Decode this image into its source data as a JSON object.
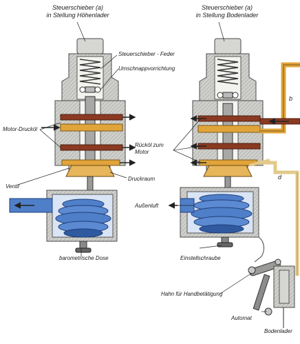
{
  "left_title": {
    "line1": "Steuerschieber (a)",
    "line2": "in Stellung Höhenlader"
  },
  "right_title": {
    "line1": "Steuerschieber (a)",
    "line2": "in Stellung Bodenlader"
  },
  "labels": {
    "spring": "Steuerschieber - Feder",
    "snap": "Umschnappvorrichtung",
    "motor_oil": "Motor-Drucköl",
    "return_oil_1": "Rücköl zum",
    "return_oil_2": "Motor",
    "valve": "Ventil",
    "pressure_chamber": "Druckraum",
    "outside_air": "Außenluft",
    "barometric_can": "barometrische Dose",
    "adjust_screw": "Einstellschraube",
    "manual_cock": "Hahn für Handbetätigung",
    "automat": "Automat",
    "ground_charger": "Bodenlader",
    "pipe_b": "b",
    "pipe_d": "d"
  },
  "colors": {
    "housing": "#d6d6d2",
    "housing_edge": "#4a4a4a",
    "oil_pressure": "#e1a43a",
    "oil_return": "#8a3a22",
    "air": "#4f7fc8",
    "air_dark": "#2f5aa0",
    "metal": "#9a9a98",
    "arrow": "#222222"
  }
}
